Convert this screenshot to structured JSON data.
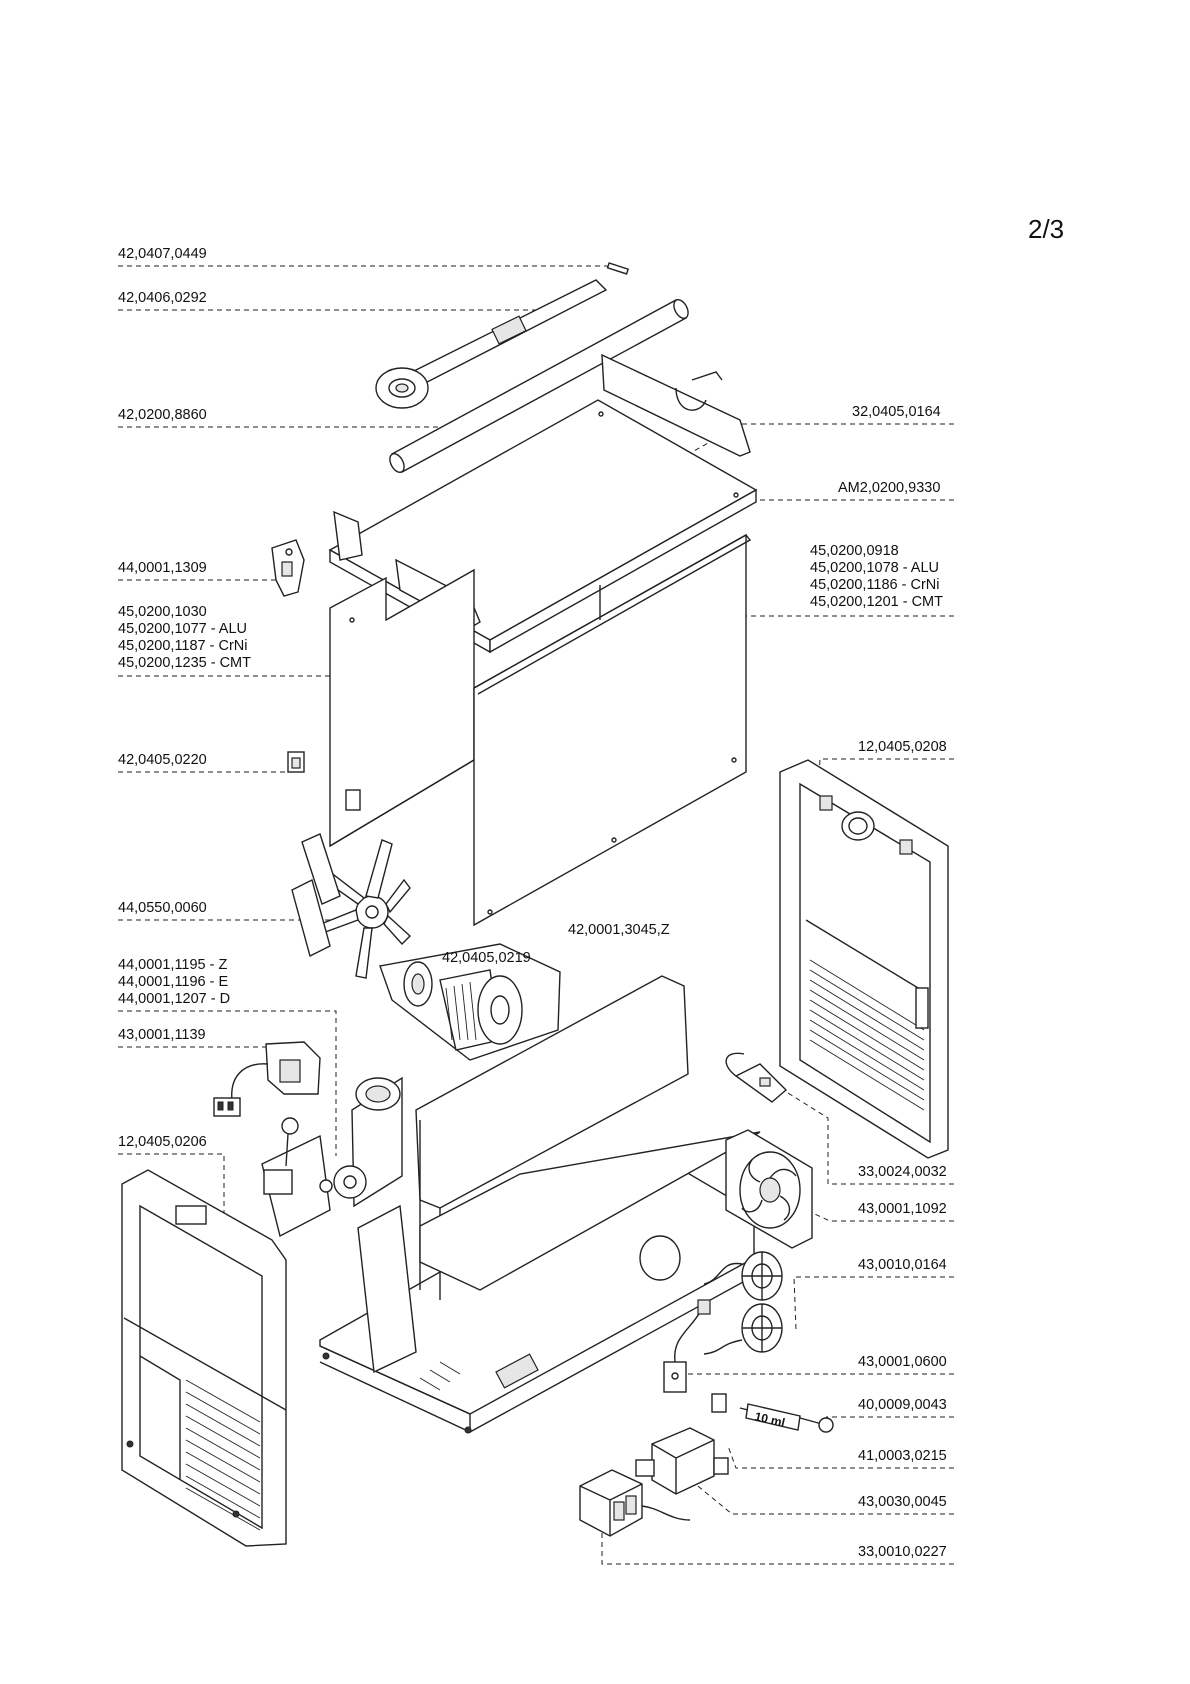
{
  "page_number": "2/3",
  "callouts": [
    {
      "id": "c01",
      "lines": [
        "42,0407,0449"
      ]
    },
    {
      "id": "c02",
      "lines": [
        "42,0406,0292"
      ]
    },
    {
      "id": "c03",
      "lines": [
        "42,0200,8860"
      ]
    },
    {
      "id": "c04",
      "lines": [
        "32,0405,0164"
      ]
    },
    {
      "id": "c05",
      "lines": [
        "AM2,0200,9330"
      ]
    },
    {
      "id": "c06",
      "lines": [
        "44,0001,1309"
      ]
    },
    {
      "id": "c07",
      "lines": [
        "45,0200,0918",
        "45,0200,1078 - ALU",
        "45,0200,1186 - CrNi",
        "45,0200,1201 - CMT"
      ]
    },
    {
      "id": "c08",
      "lines": [
        "45,0200,1030",
        "45,0200,1077 - ALU",
        "45,0200,1187 - CrNi",
        "45,0200,1235 - CMT"
      ]
    },
    {
      "id": "c09",
      "lines": [
        "42,0405,0220"
      ]
    },
    {
      "id": "c10",
      "lines": [
        "12,0405,0208"
      ]
    },
    {
      "id": "c11",
      "lines": [
        "44,0550,0060"
      ]
    },
    {
      "id": "c12",
      "lines": [
        "42,0001,3045,Z"
      ]
    },
    {
      "id": "c13",
      "lines": [
        "42,0405,0219"
      ]
    },
    {
      "id": "c14",
      "lines": [
        "44,0001,1195 - Z",
        "44,0001,1196 - E",
        "44,0001,1207 - D"
      ]
    },
    {
      "id": "c15",
      "lines": [
        "43,0001,1139"
      ]
    },
    {
      "id": "c16",
      "lines": [
        "12,0405,0206"
      ]
    },
    {
      "id": "c17",
      "lines": [
        "33,0024,0032"
      ]
    },
    {
      "id": "c18",
      "lines": [
        "43,0001,1092"
      ]
    },
    {
      "id": "c19",
      "lines": [
        "43,0010,0164"
      ]
    },
    {
      "id": "c20",
      "lines": [
        "43,0001,0600"
      ]
    },
    {
      "id": "c21",
      "lines": [
        "40,0009,0043"
      ]
    },
    {
      "id": "c22",
      "lines": [
        "41,0003,0215"
      ]
    },
    {
      "id": "c23",
      "lines": [
        "43,0030,0045"
      ]
    },
    {
      "id": "c24",
      "lines": [
        "33,0010,0227"
      ]
    }
  ],
  "syringe_label": "10 ml"
}
